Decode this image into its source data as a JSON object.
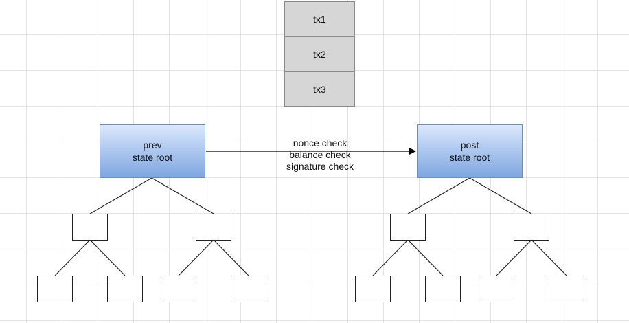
{
  "transactions": [
    "tx1",
    "tx2",
    "tx3"
  ],
  "prev_root": {
    "line1": "prev",
    "line2": "state root"
  },
  "post_root": {
    "line1": "post",
    "line2": "state root"
  },
  "checks": [
    "nonce check",
    "balance check",
    "signature check"
  ],
  "colors": {
    "tx_fill": "#d6d6d6",
    "root_gradient_top": "#dae8fc",
    "root_gradient_bottom": "#7ea6e0",
    "root_border": "#6c8ebf",
    "grid": "#e3e3e3"
  }
}
